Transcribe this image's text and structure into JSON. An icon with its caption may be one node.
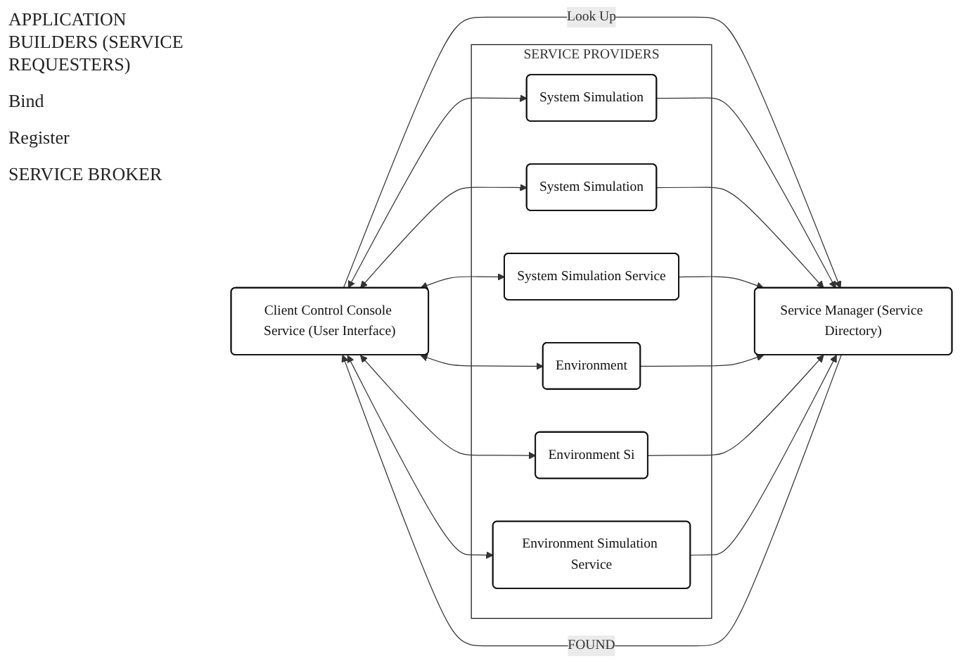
{
  "diagram": {
    "nodes": [
      {
        "text": [
          "Client Control Console Service (User Interface)"
        ]
      },
      {
        "text": [
          "Service Manager (Service Directory)"
        ]
      },
      {
        "text": [
          "SERVICE PROVIDERS"
        ]
      },
      {
        "text": [
          "System Simulation"
        ],
        "in": 2
      },
      {
        "text": [
          "System Simulation"
        ],
        "in": 2
      },
      {
        "text": [
          "System Simulation Service"
        ],
        "in": 2
      },
      {
        "text": [
          "Environment"
        ],
        "in": 2
      },
      {
        "text": [
          "Environment Si"
        ],
        "in": 2
      },
      {
        "text": [
          "Environment Simulation Service"
        ],
        "in": 2
      }
    ],
    "edges": [
      {
        "from": 1,
        "to": 0,
        "label": "FOUND",
        "arrow": "to"
      },
      {
        "from": 0,
        "to": 1,
        "label": "Look Up",
        "arrow": "to"
      },
      {
        "from": 0,
        "to": 3,
        "arrow": "both"
      },
      {
        "from": 0,
        "to": 4,
        "arrow": "both"
      },
      {
        "from": 0,
        "to": 5,
        "arrow": "both"
      },
      {
        "from": 0,
        "to": 6,
        "arrow": "both"
      },
      {
        "from": 0,
        "to": 7,
        "arrow": "both"
      },
      {
        "from": 0,
        "to": 8,
        "arrow": "both"
      },
      {
        "from": 3,
        "to": 1,
        "arrow": "to"
      },
      {
        "from": 4,
        "to": 1,
        "arrow": "to"
      },
      {
        "from": 5,
        "to": 1,
        "arrow": "to"
      },
      {
        "from": 6,
        "to": 1,
        "arrow": "to"
      },
      {
        "from": 7,
        "to": 1,
        "arrow": "to"
      },
      {
        "from": 8,
        "to": 1,
        "arrow": "to"
      }
    ],
    "labels": [
      "APPLICATION BUILDERS (SERVICE REQUESTERS)",
      "Bind",
      "Register",
      "SERVICE BROKER"
    ]
  }
}
